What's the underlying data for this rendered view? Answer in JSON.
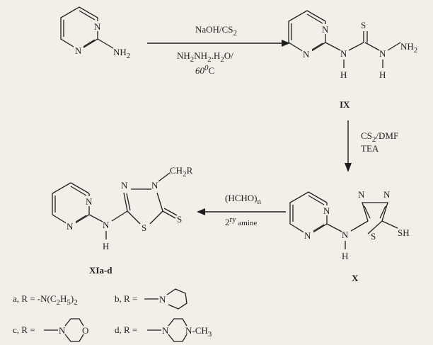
{
  "diagram": {
    "reagents_step1_top": "NaOH/CS",
    "reagents_step1_top_sub": "2",
    "reagents_step1_bottom": "NH",
    "reagents_step1_bottom_sub1": "2",
    "reagents_step1_bottom_mid": "NH",
    "reagents_step1_bottom_sub2": "2",
    "reagents_step1_bottom_end": ".H",
    "reagents_step1_bottom_sub3": "2",
    "reagents_step1_bottom_tail": "O/",
    "reagents_step1_temp": "60",
    "reagents_step1_temp_unit_sup": "0",
    "reagents_step1_temp_unit": "C",
    "reagents_step2_line1": "CS",
    "reagents_step2_line1_sub": "2",
    "reagents_step2_line1_tail": "/DMF",
    "reagents_step2_line2": "TEA",
    "reagents_step3_top": "(HCHO)",
    "reagents_step3_top_sub": "n",
    "reagents_step3_bottom_pre": "2",
    "reagents_step3_bottom_sup": "ry",
    "reagents_step3_bottom": " amine",
    "compound_IX": "IX",
    "compound_X": "X",
    "compound_XI": "XIa-d",
    "atom_N": "N",
    "atom_S": "S",
    "atom_H": "H",
    "atom_NH2": "NH",
    "atom_NH2_sub": "2",
    "atom_SH": "SH",
    "atom_CH2R": "CH",
    "atom_CH2R_sub": "2",
    "atom_CH2R_tail": "R",
    "atom_O": "O",
    "atom_CH3": "N-CH",
    "atom_CH3_sub": "3",
    "legend_a": "a, R = -N(C",
    "legend_a_sub1": "2",
    "legend_a_mid": "H",
    "legend_a_sub2": "5",
    "legend_a_tail": ")",
    "legend_a_sub3": "2",
    "legend_b": "b, R =",
    "legend_c": "c, R =",
    "legend_d": "d, R ="
  }
}
